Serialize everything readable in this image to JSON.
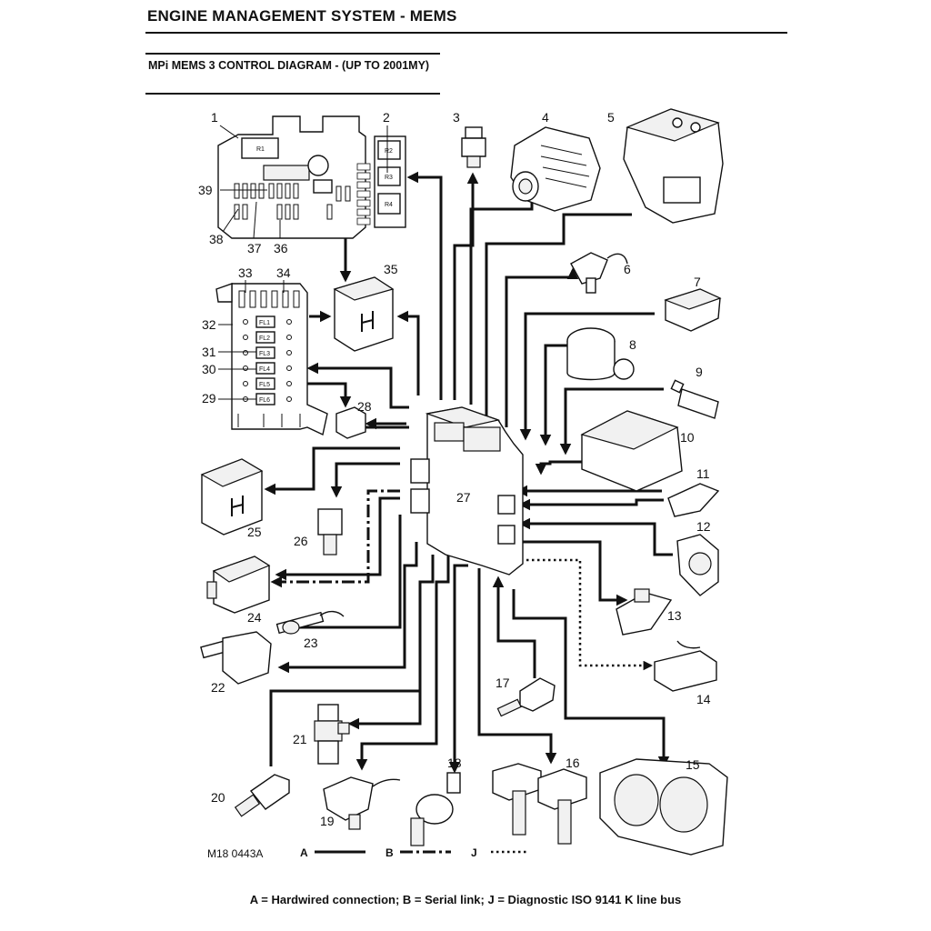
{
  "header": {
    "title": "ENGINE MANAGEMENT SYSTEM - MEMS",
    "subtitle": "MPi MEMS 3 CONTROL DIAGRAM - (UP TO 2001MY)"
  },
  "diagram": {
    "reference": "M18 0443A",
    "legend": {
      "a": "A",
      "b": "B",
      "j": "J"
    },
    "caption": "A = Hardwired connection; B = Serial link; J = Diagnostic ISO 9141 K line bus",
    "callouts": [
      "1",
      "2",
      "3",
      "4",
      "5",
      "6",
      "7",
      "8",
      "9",
      "10",
      "11",
      "12",
      "13",
      "14",
      "15",
      "16",
      "17",
      "18",
      "19",
      "20",
      "21",
      "22",
      "23",
      "24",
      "25",
      "26",
      "27",
      "28",
      "29",
      "30",
      "31",
      "32",
      "33",
      "34",
      "35",
      "36",
      "37",
      "38",
      "39"
    ],
    "relay_labels": {
      "r1": "R1",
      "r2": "R2",
      "r3": "R3",
      "r4": "R4"
    },
    "fusible_links": [
      "FL1",
      "FL2",
      "FL3",
      "FL4",
      "FL5",
      "FL6"
    ]
  }
}
